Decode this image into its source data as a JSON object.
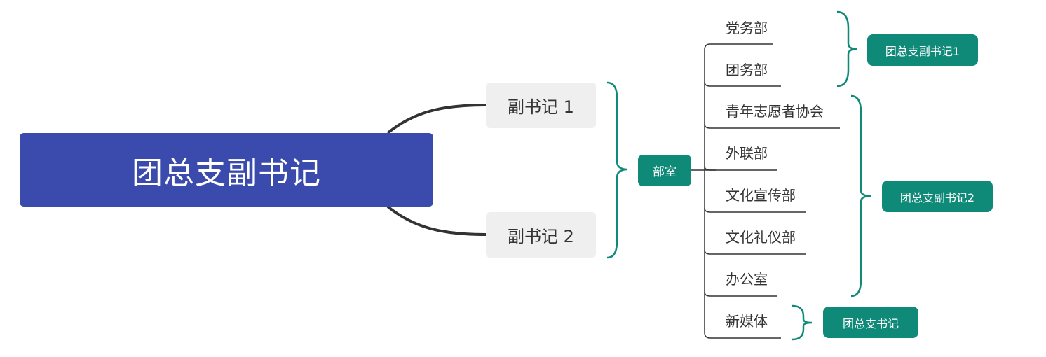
{
  "root": {
    "label": "团总支副书记"
  },
  "vice_secretaries": [
    {
      "label": "副书记 1"
    },
    {
      "label": "副书记 2"
    }
  ],
  "hub": {
    "label": "部室"
  },
  "departments": [
    {
      "label": "党务部"
    },
    {
      "label": "团务部"
    },
    {
      "label": "青年志愿者协会"
    },
    {
      "label": "外联部"
    },
    {
      "label": "文化宣传部"
    },
    {
      "label": "文化礼仪部"
    },
    {
      "label": "办公室"
    },
    {
      "label": "新媒体"
    }
  ],
  "summaries": [
    {
      "label": "团总支副书记1",
      "covers": [
        "党务部",
        "团务部"
      ]
    },
    {
      "label": "团总支副书记2",
      "covers": [
        "青年志愿者协会",
        "外联部",
        "文化宣传部",
        "文化礼仪部",
        "办公室"
      ]
    },
    {
      "label": "团总支书记",
      "covers": [
        "新媒体"
      ]
    }
  ],
  "colors": {
    "root_bg": "#3a4aad",
    "sub_bg": "#efefef",
    "accent": "#0f8a78",
    "line": "#333333"
  }
}
